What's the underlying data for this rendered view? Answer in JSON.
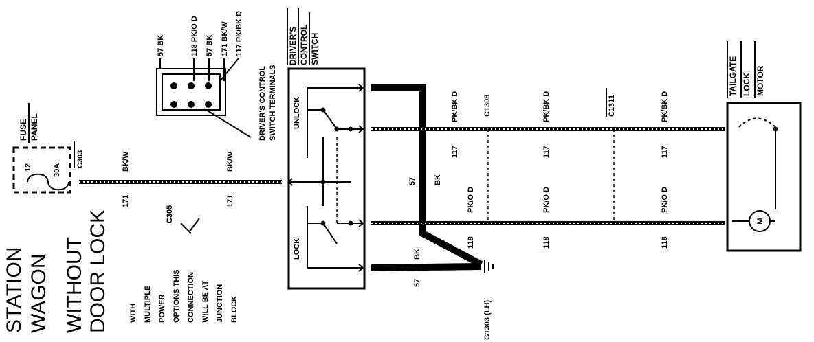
{
  "title": {
    "line1": "STATION",
    "line2": "WAGON",
    "line3": "WITHOUT",
    "line4": "DOOR LOCK"
  },
  "note": [
    "WITH",
    "MULTIPLE",
    "POWER",
    "OPTIONS THIS",
    "CONNECTION",
    "WILL BE AT",
    "JUNCTION",
    "BLOCK"
  ],
  "fuse": {
    "panel_line1": "FUSE",
    "panel_line2": "PANEL",
    "number": "12",
    "rating": "30A",
    "connector": "C303"
  },
  "connectors": {
    "c305": "C305",
    "c1308": "C1308",
    "c1311": "C1311",
    "ground": "G1303 (LH)"
  },
  "wires": {
    "feed_color": "BK/W",
    "feed_circuit": "171",
    "unlock_color": "PK/BK D",
    "unlock_circuit": "117",
    "lock_color": "PK/O D",
    "lock_circuit": "118",
    "ground_color": "BK",
    "ground_circuit": "57"
  },
  "terminals": {
    "heading_line1": "DRIVER'S CONTROL",
    "heading_line2": "SWITCH TERMINALS",
    "t1": "57 BK",
    "t2": "118 PK/O D",
    "t3": "57 BK",
    "t4": "171 BK/W",
    "t5": "117 PK/BK D"
  },
  "switch": {
    "title_line1": "DRIVER'S",
    "title_line2": "CONTROL",
    "title_line3": "SWITCH",
    "unlock": "UNLOCK",
    "lock": "LOCK"
  },
  "motor": {
    "title_line1": "TAILGATE",
    "title_line2": "LOCK",
    "title_line3": "MOTOR",
    "symbol": "M"
  }
}
